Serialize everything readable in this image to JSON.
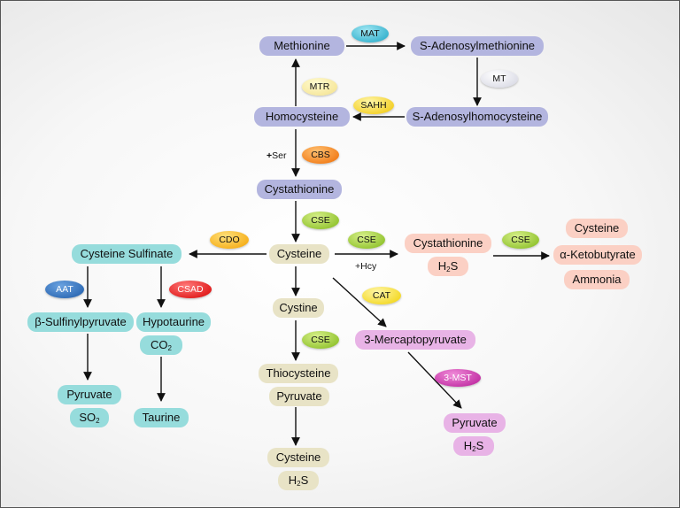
{
  "colors": {
    "methionine_cycle": "#b3b5df",
    "transsulfuration": "#b3b5df",
    "cysteine_core": "#e8e3c6",
    "cdo_branch": "#96dcdc",
    "cse_products": "#fbd0c4",
    "cat_branch": "#e8b3e6"
  },
  "nodes": {
    "methionine": "Methionine",
    "sam": "S-Adenosylmethionine",
    "homocysteine": "Homocysteine",
    "sah": "S-Adenosylhomocysteine",
    "cystathionine": "Cystathionine",
    "cysteine": "Cysteine",
    "cysteine_sulfinate": "Cysteine Sulfinate",
    "sulfinylpyruvate": "β-Sulfinylpyruvate",
    "hypotaurine": "Hypotaurine",
    "co2": "CO",
    "co2_sub": "2",
    "pyruvate_left": "Pyruvate",
    "so2": "SO",
    "so2_sub": "2",
    "taurine": "Taurine",
    "cystine": "Cystine",
    "thiocysteine": "Thiocysteine",
    "pyruvate_mid": "Pyruvate",
    "cysteine_bottom": "Cysteine",
    "h2s_bottom_a": "H",
    "h2s_bottom_sub": "2",
    "h2s_bottom_b": "S",
    "cystathionine_right": "Cystathionine",
    "h2s_right_a": "H",
    "h2s_right_sub": "2",
    "h2s_right_b": "S",
    "cysteine_right": "Cysteine",
    "ketobutyrate": "α-Ketobutyrate",
    "ammonia": "Ammonia",
    "mercaptopyruvate": "3-Mercaptopyruvate",
    "pyruvate_right": "Pyruvate",
    "h2s_mp_a": "H",
    "h2s_mp_sub": "2",
    "h2s_mp_b": "S"
  },
  "enzymes": {
    "mat": "MAT",
    "mt": "MT",
    "sahh": "SAHH",
    "mtr": "MTR",
    "cbs": "CBS",
    "cse_1": "CSE",
    "cdo": "CDO",
    "cse_2": "CSE",
    "cse_3": "CSE",
    "aat": "AAT",
    "csad": "CSAD",
    "cat": "CAT",
    "cse_4": "CSE",
    "mst": "3-MST"
  },
  "conditions": {
    "ser_plus": "+",
    "ser": "Ser",
    "hcy": "+Hcy"
  }
}
